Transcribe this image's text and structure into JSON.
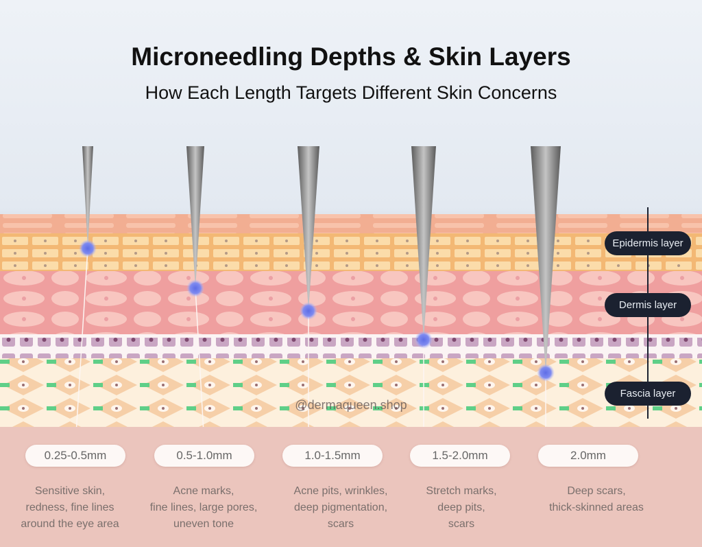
{
  "header": {
    "title": "Microneedling Depths & Skin Layers",
    "subtitle": "How Each Length Targets Different Skin Concerns"
  },
  "layers": [
    "Epidermis layer",
    "Dermis layer",
    "Fascia layer"
  ],
  "watermark": "@dermaqueen.shop",
  "needles": [
    {
      "length": "0.25-0.5mm",
      "lines": [
        "Sensitive skin,",
        "redness, fine lines",
        "around the eye area"
      ]
    },
    {
      "length": "0.5-1.0mm",
      "lines": [
        "Acne marks,",
        "fine lines, large pores,",
        "uneven tone"
      ]
    },
    {
      "length": "1.0-1.5mm",
      "lines": [
        "Acne pits, wrinkles,",
        "deep pigmentation,",
        "scars"
      ]
    },
    {
      "length": "1.5-2.0mm",
      "lines": [
        "Stretch marks,",
        "deep pits,",
        "scars"
      ]
    },
    {
      "length": "2.0mm",
      "lines": [
        "Deep scars,",
        "thick-skinned areas"
      ]
    }
  ],
  "colors": {
    "epidermis": "#f7c98f",
    "dermis": "#f0a3a3",
    "fascia": "#f6d3b2",
    "label_bg": "#1b2130",
    "footer": "#ebc5bd"
  }
}
